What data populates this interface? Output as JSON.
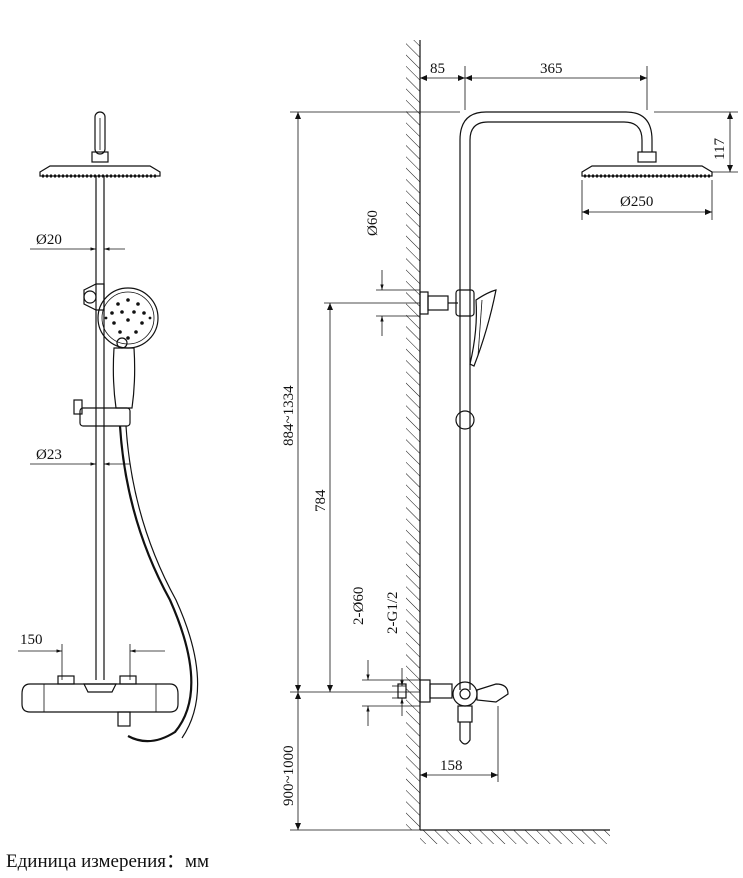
{
  "caption": "Единица измерения：мм",
  "dimensions": {
    "rod_diameter": "Ø20",
    "hose_diameter": "Ø23",
    "mixer_width": "150",
    "wall_offset": "85",
    "arm_length": "365",
    "head_height": "117",
    "head_diameter": "Ø250",
    "flange_diameter": "Ø60",
    "total_height": "884~1334",
    "bracket_height": "784",
    "inlet_flanges": "2-Ø60",
    "inlet_thread": "2-G1/2",
    "floor_height": "900~1000",
    "spout_reach": "158"
  }
}
